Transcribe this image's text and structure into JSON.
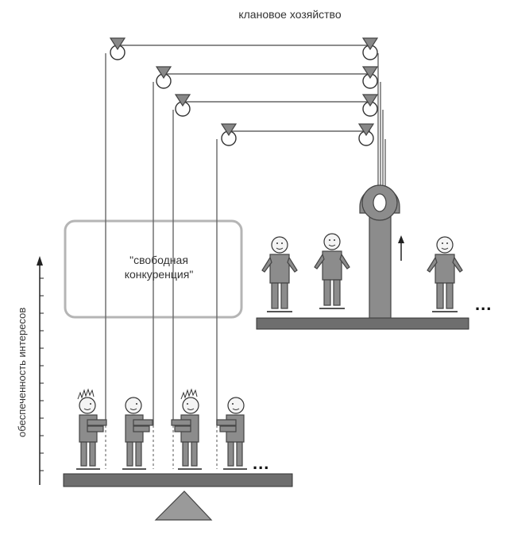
{
  "labels": {
    "clan_economy": "клановое хозяйство",
    "free_competition": "\"свободная\nконкуренция\"",
    "axis": "обеспеченность интересов",
    "ellipsis": "..."
  },
  "colors": {
    "body": "#8c8c8c",
    "outline": "#444444",
    "platform": "#6e6e6e",
    "rope": "#666666",
    "box": "#b5b5b5"
  }
}
